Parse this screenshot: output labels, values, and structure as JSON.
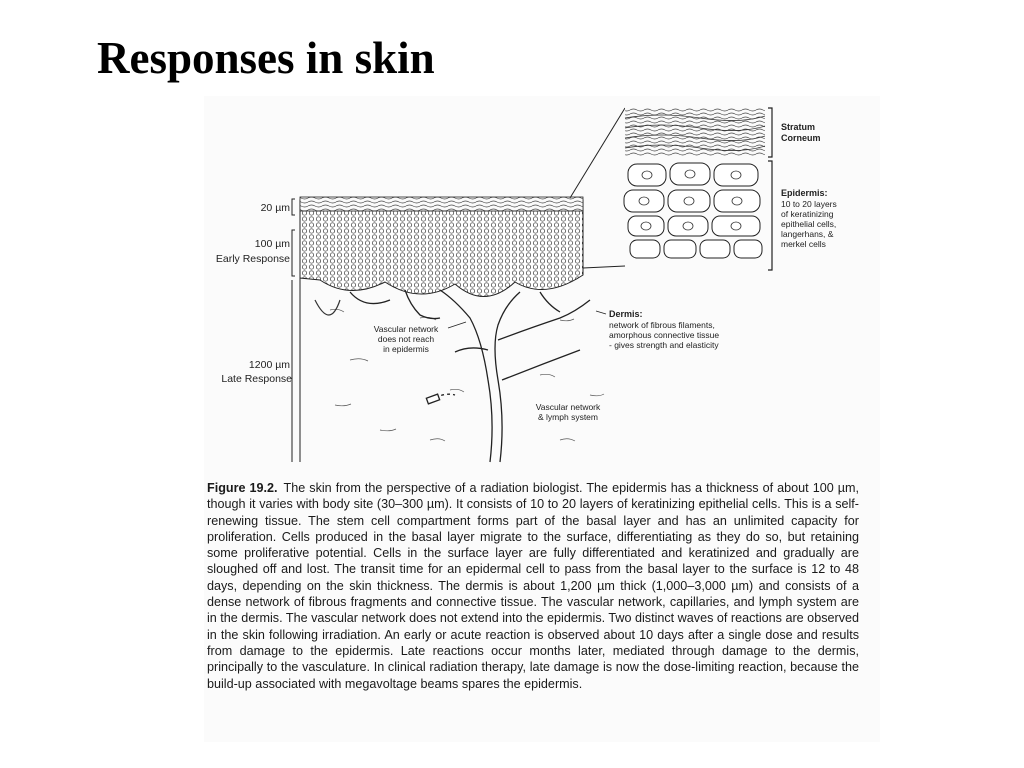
{
  "slide": {
    "title": "Responses in skin"
  },
  "diagram": {
    "depth_labels": {
      "d20": "20 µm",
      "d100": "100 µm",
      "early": "Early Response",
      "d1200": "1200 µm",
      "late": "Late Response"
    },
    "stratum": [
      "Stratum",
      "Corneum"
    ],
    "epidermis": {
      "title": "Epidermis:",
      "lines": [
        "10 to 20 layers",
        "of keratinizing",
        "epithelial cells,",
        "langerhans, &",
        "merkel cells"
      ]
    },
    "dermis": {
      "title": "Dermis:",
      "lines": [
        "network of fibrous filaments,",
        "amorphous connective tissue",
        "- gives strength and elasticity"
      ]
    },
    "vascular_no_reach": [
      "Vascular network",
      "does not reach",
      "in epidermis"
    ],
    "vascular_lymph": [
      "Vascular network",
      "& lymph system"
    ]
  },
  "caption": {
    "label": "Figure 19.2.",
    "text": "The skin from the perspective of a radiation biologist. The epidermis has a thickness of about 100 µm, though it varies with body site (30–300 µm). It consists of 10 to 20 layers of keratinizing epithelial cells. This is a self-renewing tissue. The stem cell compartment forms part of the basal layer and has an unlimited capacity for proliferation. Cells produced in the basal layer migrate to the surface, differentiating as they do so, but retaining some proliferative potential. Cells in the surface layer are fully differentiated and keratinized and gradually are sloughed off and lost. The transit time for an epidermal cell to pass from the basal layer to the surface is 12 to 48 days, depending on the skin thickness. The dermis is about 1,200 µm thick (1,000–3,000 µm) and consists of a dense network of fibrous fragments and connective tissue. The vascular network, capillaries, and lymph system are in the dermis. The vascular network does not extend into the epidermis. Two distinct waves of reactions are observed in the skin following irradiation. An early or acute reaction is observed about 10 days after a single dose and results from damage to the epidermis. Late reactions occur months later, mediated through damage to the dermis, principally to the vasculature. In clinical radiation therapy, late damage is now the dose-limiting reaction, because the build-up associated with megavoltage beams spares the epidermis."
  }
}
